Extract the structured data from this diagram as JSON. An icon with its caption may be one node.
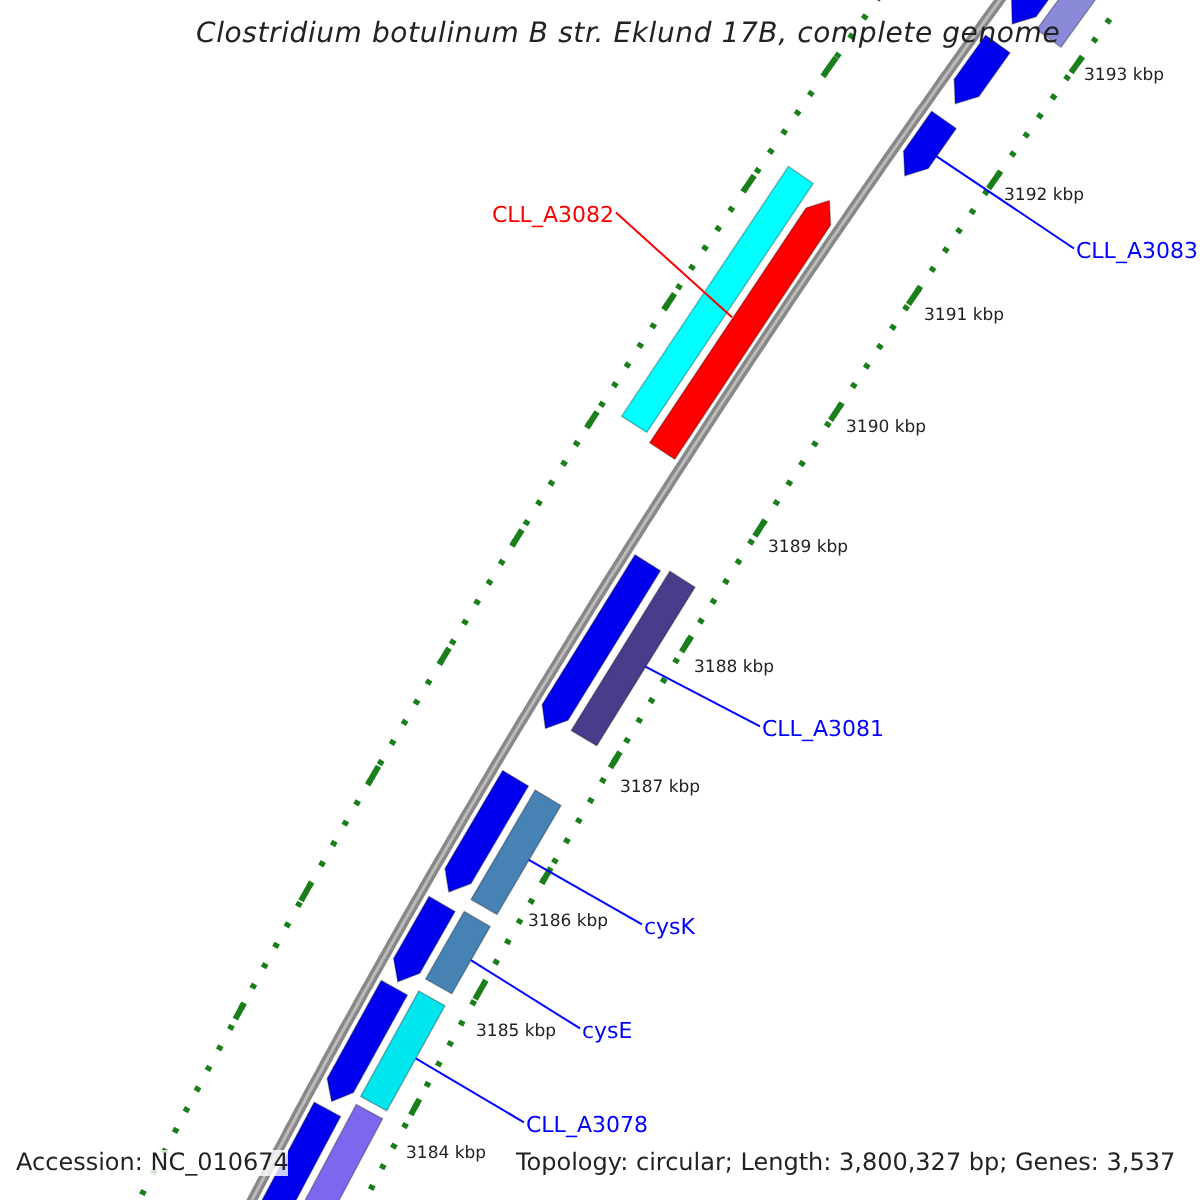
{
  "diagram": {
    "nodes": [
      {
        "text": [],
        "shape": "bar"
      },
      {
        "text": [],
        "shape": "bar"
      },
      {
        "text": [],
        "shape": "bar"
      },
      {
        "text": [],
        "shape": "bar"
      },
      {
        "text": [
          "CLL_A3082"
        ]
      },
      {
        "text": [],
        "shape": "bar"
      },
      {
        "text": [],
        "shape": "bar"
      },
      {
        "text": [
          "CLL_A3083"
        ]
      },
      {
        "text": [],
        "shape": "bar"
      },
      {
        "text": [],
        "shape": "bar"
      },
      {
        "text": [
          "CLL_A3081"
        ]
      },
      {
        "text": [],
        "shape": "bar"
      },
      {
        "text": [],
        "shape": "bar"
      },
      {
        "text": [
          "cysK"
        ]
      },
      {
        "text": [],
        "shape": "bar"
      },
      {
        "text": [],
        "shape": "bar"
      },
      {
        "text": [
          "cysE"
        ]
      },
      {
        "text": [],
        "shape": "bar"
      },
      {
        "text": [],
        "shape": "bar"
      },
      {
        "text": [
          "CLL_A3078"
        ]
      },
      {
        "text": [],
        "shape": "bar"
      },
      {
        "text": [],
        "shape": "bar"
      }
    ],
    "edges": [
      {
        "from": 4,
        "to": 6,
        "arrow": "none",
        "color": "#ff0000"
      },
      {
        "from": 7,
        "to": 3,
        "arrow": "none"
      },
      {
        "from": 10,
        "to": 9,
        "arrow": "none"
      },
      {
        "from": 13,
        "to": 12,
        "arrow": "none"
      },
      {
        "from": 16,
        "to": 15,
        "arrow": "none"
      },
      {
        "from": 19,
        "to": 18,
        "arrow": "none"
      }
    ],
    "labels": [
      "Clostridium botulinum B str. Eklund 17B, complete genome",
      "3193 kbp",
      "3192 kbp",
      "3191 kbp",
      "3190 kbp",
      "3189 kbp",
      "3188 kbp",
      "3187 kbp",
      "3186 kbp",
      "3185 kbp",
      "3184 kbp",
      "Accession: NC_010674",
      "Topology: circular; Length: 3,800,327 bp; Genes: 3,537"
    ]
  }
}
